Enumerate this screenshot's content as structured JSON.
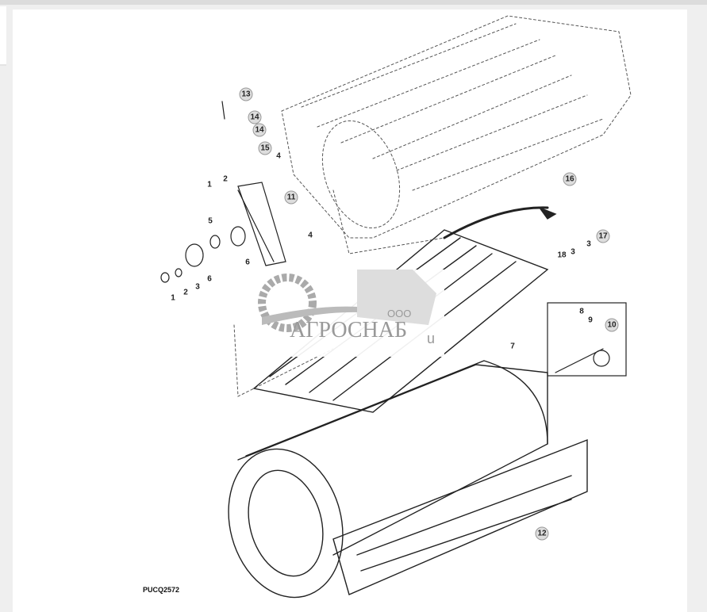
{
  "figure": {
    "code": "PUCQ2572",
    "callouts": [
      "13",
      "14",
      "14",
      "15",
      "4",
      "1",
      "2",
      "11",
      "5",
      "6",
      "6",
      "1",
      "2",
      "3",
      "4",
      "16",
      "17",
      "18",
      "3",
      "3",
      "8",
      "9",
      "10",
      "7",
      "12"
    ]
  },
  "watermark": {
    "prefix": "ООО",
    "brand": "АГРОСНАБ",
    "fragment": "u"
  }
}
